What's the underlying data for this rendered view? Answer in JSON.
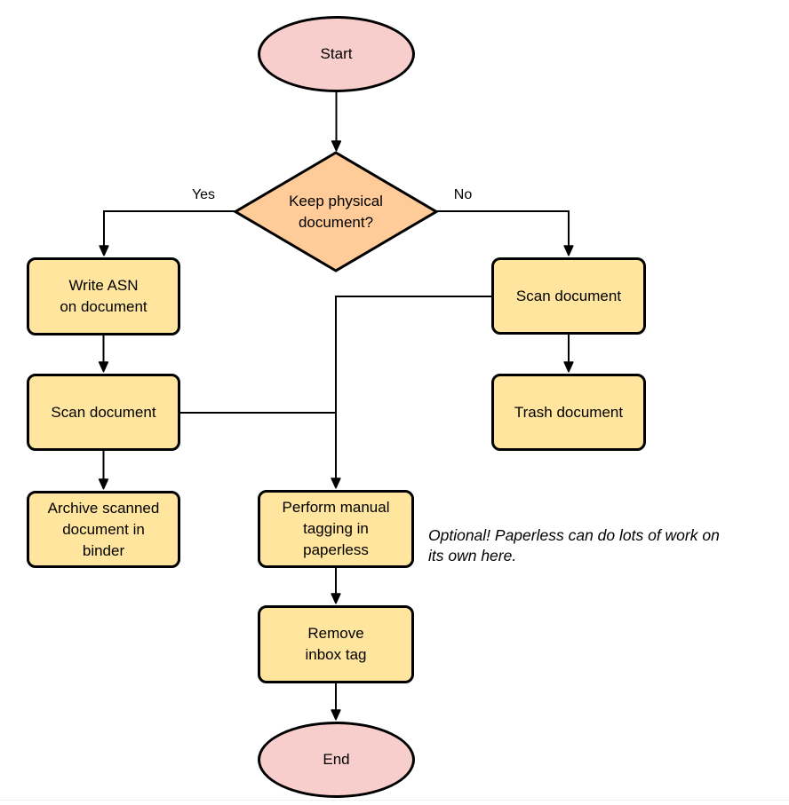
{
  "diagram": {
    "type": "flowchart",
    "nodes": {
      "start": {
        "label": "Start",
        "shape": "ellipse"
      },
      "decision": {
        "label": "Keep physical\ndocument?",
        "shape": "diamond"
      },
      "write_asn": {
        "label": "Write ASN\non document",
        "shape": "process"
      },
      "scan_left": {
        "label": "Scan document",
        "shape": "process"
      },
      "archive": {
        "label": "Archive scanned\ndocument in\nbinder",
        "shape": "process"
      },
      "scan_right": {
        "label": "Scan document",
        "shape": "process"
      },
      "trash": {
        "label": "Trash document",
        "shape": "process"
      },
      "tagging": {
        "label": "Perform manual\ntagging in\npaperless",
        "shape": "process"
      },
      "remove_inbox": {
        "label": "Remove\ninbox tag",
        "shape": "process"
      },
      "end": {
        "label": "End",
        "shape": "ellipse"
      }
    },
    "edge_labels": {
      "yes": "Yes",
      "no": "No"
    },
    "note": "Optional! Paperless can do lots of work on\nits own here.",
    "colors": {
      "terminal_fill": "#f8cecc",
      "decision_fill": "#ffcc99",
      "process_fill": "#ffe59e",
      "stroke": "#000000",
      "background": "#ffffff"
    }
  }
}
